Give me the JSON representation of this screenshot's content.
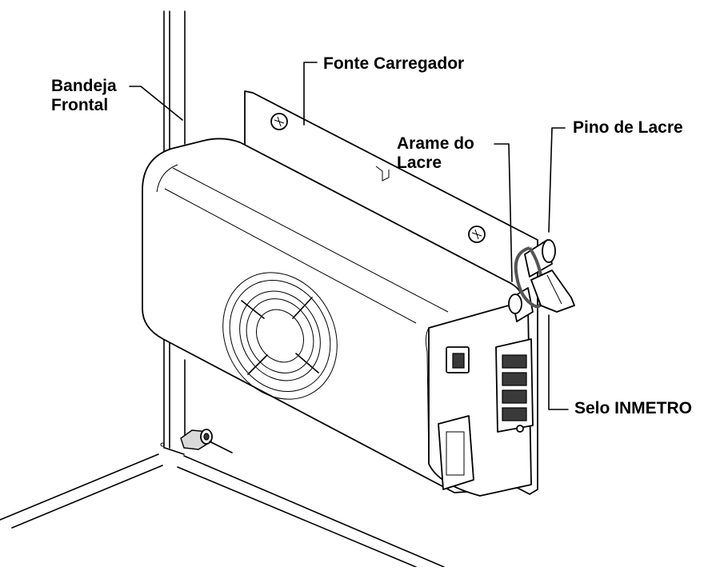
{
  "callouts": {
    "bandeja_line1": "Bandeja",
    "bandeja_line2": "Frontal",
    "fonte": "Fonte Carregador",
    "arame_line1": "Arame do",
    "arame_line2": "Lacre",
    "pino": "Pino de Lacre",
    "selo": "Selo INMETRO"
  }
}
